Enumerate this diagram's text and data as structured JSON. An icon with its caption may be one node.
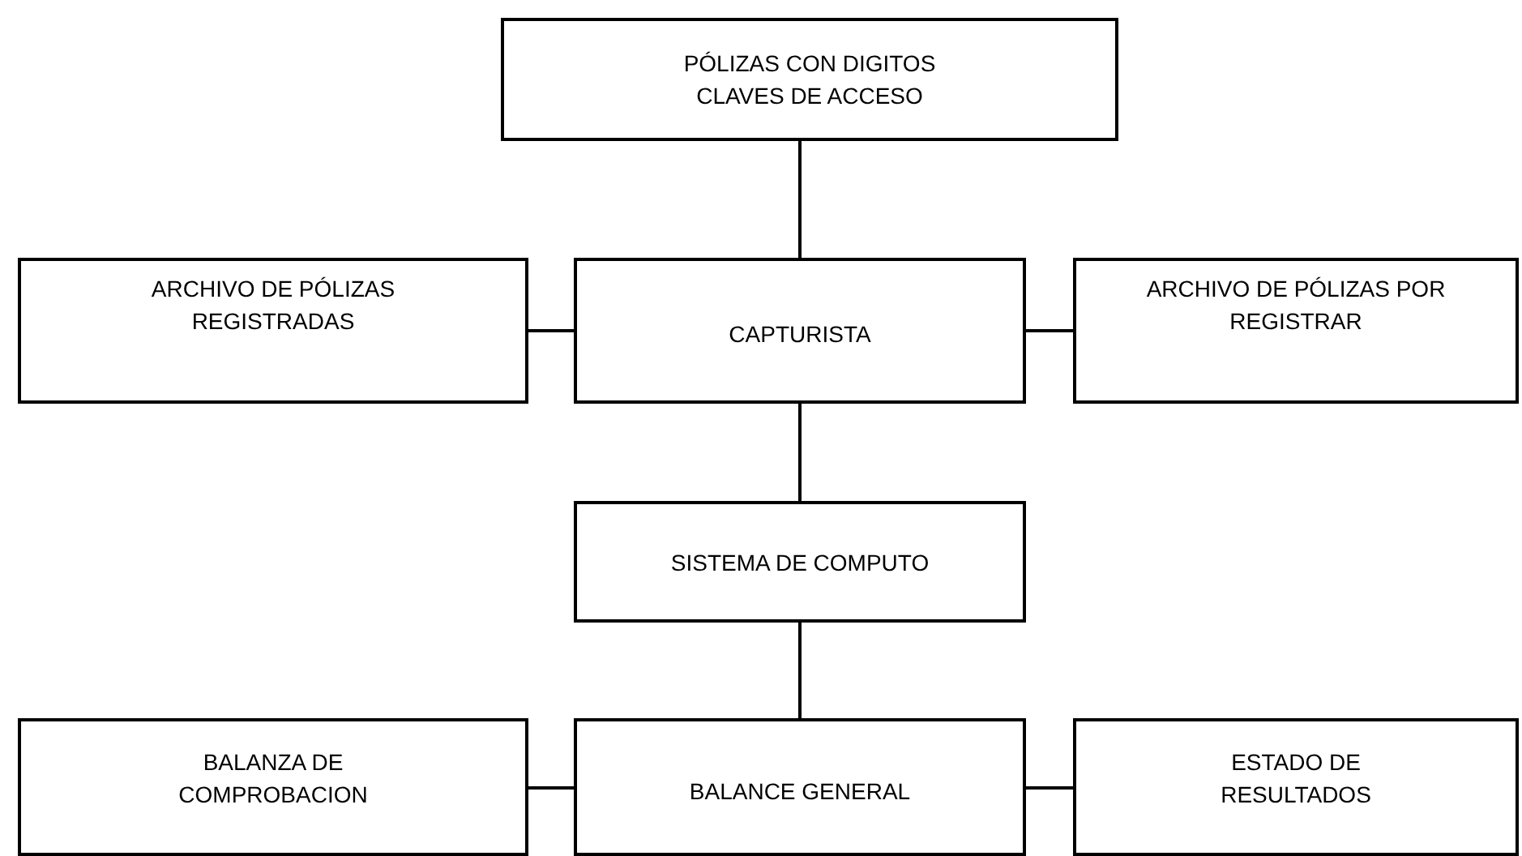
{
  "diagram": {
    "nodes": [
      {
        "text": [
          "PÓLIZAS CON DIGITOS CLAVES DE ACCESO"
        ]
      },
      {
        "text": [
          "ARCHIVO DE PÓLIZAS REGISTRADAS"
        ]
      },
      {
        "text": [
          "CAPTURISTA"
        ]
      },
      {
        "text": [
          "ARCHIVO DE PÓLIZAS POR REGISTRAR"
        ]
      },
      {
        "text": [
          "SISTEMA DE COMPUTO"
        ]
      },
      {
        "text": [
          "BALANZA DE COMPROBACION"
        ]
      },
      {
        "text": [
          "BALANCE GENERAL"
        ]
      },
      {
        "text": [
          "ESTADO DE RESULTADOS"
        ]
      }
    ],
    "edges": [
      {
        "from": 0,
        "to": 2,
        "arrow": "none"
      },
      {
        "from": 1,
        "to": 2,
        "arrow": "none"
      },
      {
        "from": 2,
        "to": 3,
        "arrow": "none"
      },
      {
        "from": 2,
        "to": 4,
        "arrow": "none"
      },
      {
        "from": 4,
        "to": 6,
        "arrow": "none"
      },
      {
        "from": 5,
        "to": 6,
        "arrow": "none"
      },
      {
        "from": 6,
        "to": 7,
        "arrow": "none"
      }
    ]
  }
}
